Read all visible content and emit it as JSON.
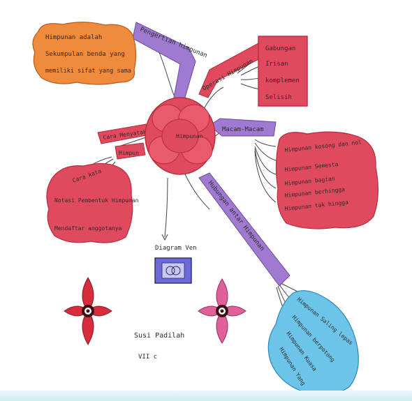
{
  "center": {
    "label": "Himpunan"
  },
  "branches": {
    "pengertian": {
      "label": "Pengertian himpunan",
      "lines": [
        "Himpunan adalah",
        "Sekumpulan benda yang",
        "memiliki sifat yang sama"
      ]
    },
    "operasi": {
      "label": "Operasi Himpunan",
      "items": [
        "Gabungan",
        "Irisan",
        "komplemen",
        "Selisih"
      ]
    },
    "cara_menyatakan": {
      "label": "Cara Menyatakan",
      "sub_label": "Himpun",
      "items": [
        "Cara kata",
        "Notasi Pembentuk Himpunan",
        "Mendaftar anggotanya"
      ]
    },
    "macam": {
      "label": "Macam-Macam",
      "items": [
        "Himpunan kosong dan nol",
        "Himpunan Semesta",
        "Himpunan bagian",
        "Himpunan berhingga",
        "Himpunan tak hingga"
      ]
    },
    "hubungan": {
      "label": "Hubungan antar Himpunan",
      "items": [
        "Himpunan Saling lepas",
        "Himpunan berpotong",
        "Himpunan Kuasa",
        "Himpunan Yang"
      ]
    },
    "diagram_ven": {
      "label": "Diagram Ven"
    }
  },
  "author": {
    "name": "Susi Padilah",
    "class": "VII c"
  },
  "colors": {
    "red_fill": "#e04a5e",
    "red_dark": "#b82a3c",
    "orange_fill": "#f08a3c",
    "purple_fill": "#a07ad0",
    "blue_fill": "#6cc4e8",
    "flower_red": "#d62c3c",
    "flower_pink": "#e0609a"
  }
}
